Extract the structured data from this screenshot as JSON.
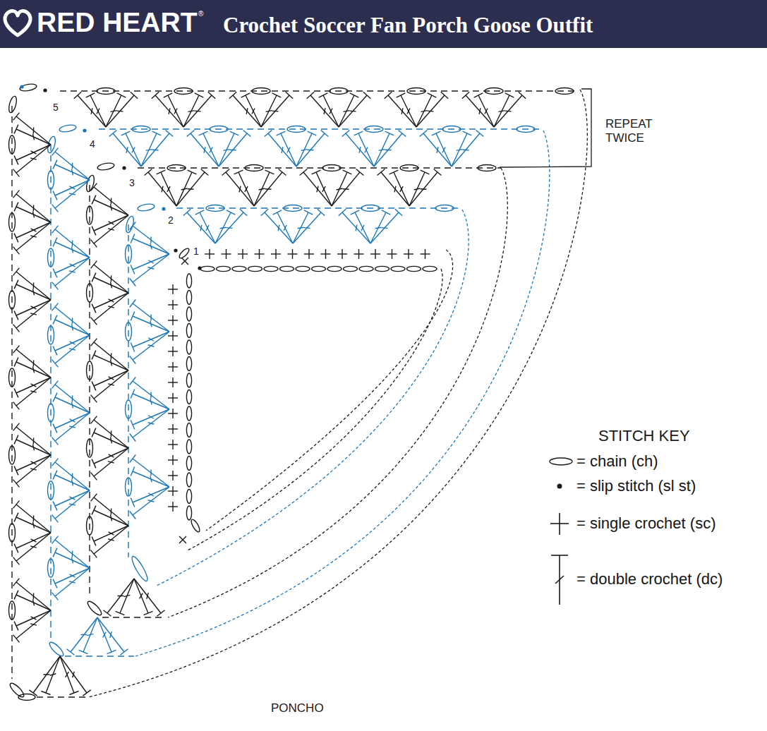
{
  "diagram": {
    "title": "Crochet Soccer Fan Porch Goose Outfit",
    "labels": [
      "RED HEART",
      "®",
      "1",
      "2",
      "3",
      "4",
      "5",
      "REPEAT TWICE",
      "PONCHO",
      "STITCH KEY"
    ],
    "legend": [
      {
        "text": "= chain (ch)"
      },
      {
        "text": "= slip stitch (sl st)"
      },
      {
        "text": "= single crochet (sc)"
      },
      {
        "text": "= double crochet (dc)"
      }
    ]
  }
}
